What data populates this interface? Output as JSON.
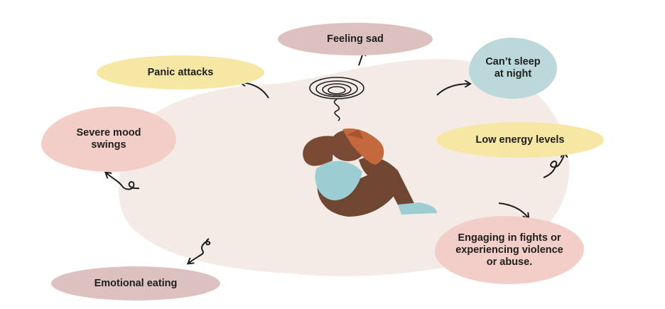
{
  "bubbles": {
    "feeling_sad": "Feeling sad",
    "panic_attacks": "Panic attacks",
    "cant_sleep_1": "Can’t sleep",
    "cant_sleep_2": "at night",
    "low_energy": "Low energy levels",
    "mood_1": "Severe mood",
    "mood_2": "swings",
    "fights_1": "Engaging in fights or",
    "fights_2": "experiencing violence",
    "fights_3": "or abuse.",
    "emotional_eating": "Emotional eating"
  },
  "colors": {
    "background_blob": "#f4ebe6",
    "bubble_pink": "#f3cdc7",
    "bubble_rose": "#dcc1c0",
    "bubble_yellow": "#f7e7a4",
    "bubble_blue": "#bcd8da",
    "skin": "#c4683e",
    "hair": "#7a4a34",
    "shirt": "#9ccdd3",
    "pants": "#6f4632",
    "ink": "#1e1e1e"
  }
}
